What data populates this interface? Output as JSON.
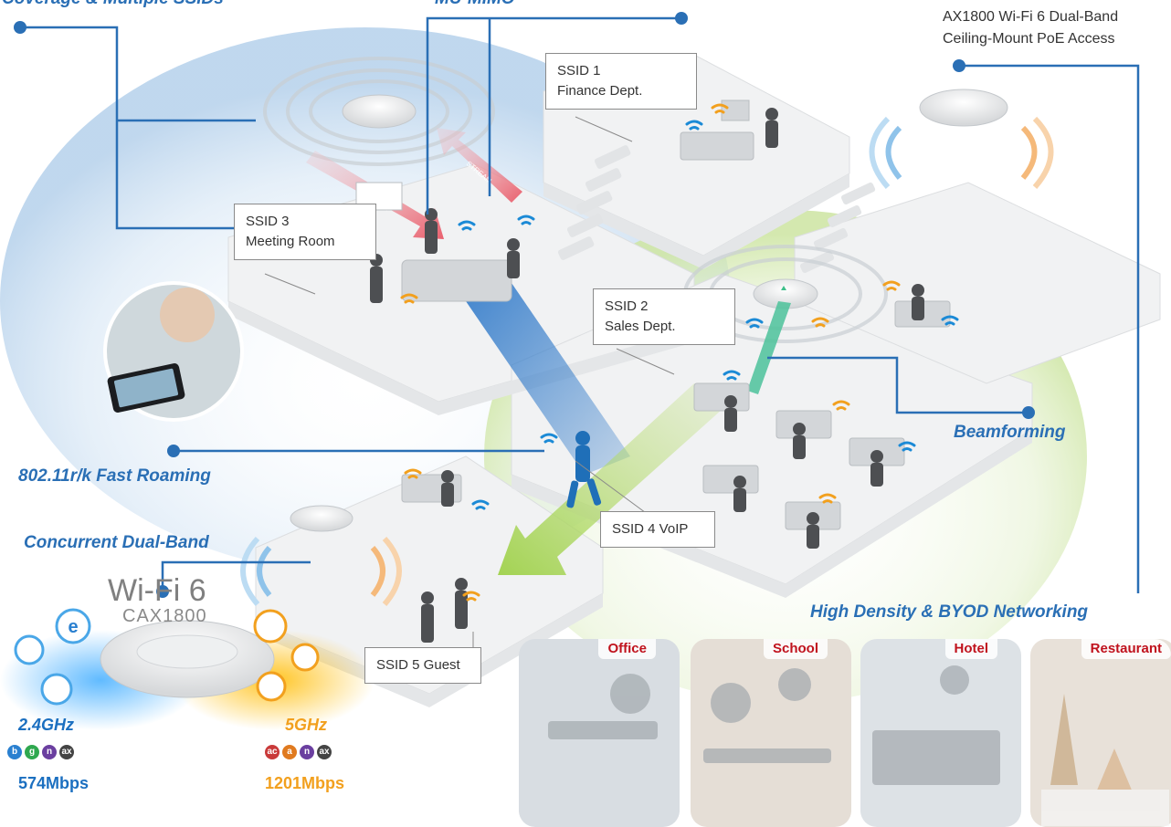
{
  "features": {
    "coverage": "Coverage & Multiple SSIDs",
    "mu_mimo": "MU-MIMO",
    "beamforming": "Beamforming",
    "fast_roaming": "802.11r/k Fast Roaming",
    "dual_band": "Concurrent Dual-Band",
    "high_density": "High Density & BYOD Networking"
  },
  "product": {
    "line1": "AX1800 Wi-Fi 6 Dual-Band",
    "line2": "Ceiling-Mount PoE Access"
  },
  "ssids": {
    "ssid1": {
      "name": "SSID 1",
      "desc": "Finance Dept."
    },
    "ssid2": {
      "name": "SSID 2",
      "desc": "Sales Dept."
    },
    "ssid3": {
      "name": "SSID 3",
      "desc": "Meeting Room"
    },
    "ssid4": {
      "label": "SSID 4 VoIP"
    },
    "ssid5": {
      "label": "SSID 5 Guest"
    }
  },
  "stream_label": "STREAM",
  "wifi6": {
    "title": "Wi-Fi 6",
    "model": "CAX1800",
    "band24": "2.4GHz",
    "band5": "5GHz",
    "rate24": "574Mbps",
    "rate5": "1201Mbps",
    "stds24": [
      "b",
      "g",
      "n",
      "ax"
    ],
    "stds5": [
      "ac",
      "a",
      "n",
      "ax"
    ]
  },
  "scenarios": [
    "Office",
    "School",
    "Hotel",
    "Restaurant"
  ],
  "colors": {
    "feature_text": "#2a6fb5",
    "leader_line": "#2a6fb5",
    "scenario_tag": "#c0121d",
    "band24": "#1b8ad6",
    "band5": "#f2a01e",
    "floor": "#f1f2f3"
  }
}
